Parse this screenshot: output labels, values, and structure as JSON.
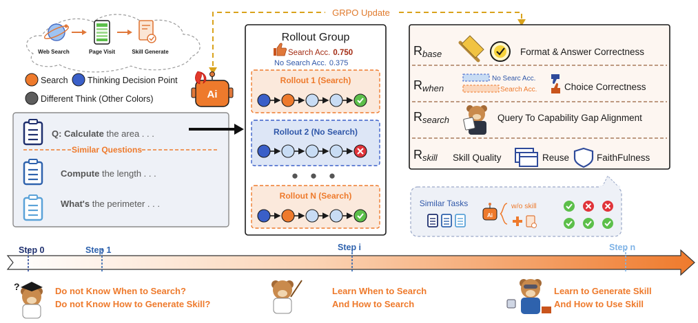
{
  "grpo": {
    "label": "GRPO Update"
  },
  "tools": {
    "web_search": "Web Search",
    "page_visit": "Page Visit",
    "skill_generate": "Skill Generate"
  },
  "legend": {
    "search": "Search",
    "thinking": "Thinking Decision Point",
    "different": "Different Think (Other Colors)"
  },
  "questions": {
    "q1_bold": "Q: Calculate",
    "q1_rest": " the area . . .",
    "similar": "Similar Questions",
    "q2_bold": "Compute",
    "q2_rest": " the length . . .",
    "q3_bold": "What's",
    "q3_rest": " the perimeter . . ."
  },
  "rollout": {
    "title": "Rollout Group",
    "search_acc_label": "Search Acc.",
    "search_acc_value": "0.750",
    "nosearch_acc_label": "No Search Acc.",
    "nosearch_acc_value": "0.375",
    "r1": "Rollout 1 (Search)",
    "r2": "Rollout 2 (No Search)",
    "rn": "Rollout N (Search)",
    "ellipsis": "● ● ●"
  },
  "rewards": {
    "base": {
      "sub": "base",
      "desc": "Format & Answer Correctness"
    },
    "when": {
      "sub": "when",
      "nosearch": "No Searc Acc.",
      "search": "Search Acc.",
      "desc": "Choice Correctness"
    },
    "search": {
      "sub": "search",
      "desc": "Query To Capability Gap Alignment"
    },
    "skill": {
      "sub": "skill",
      "quality": "Skill Quality",
      "reuse": "Reuse",
      "faith": "FaithFulness"
    },
    "R": "R"
  },
  "similar_tasks": {
    "label": "Similar Tasks",
    "wo_skill": "w/o skill",
    "marks_top": [
      "check",
      "cross",
      "cross"
    ],
    "marks_bottom": [
      "check",
      "check",
      "check"
    ]
  },
  "timeline": {
    "step0": "Step 0",
    "step1": "Step 1",
    "stepi": "Step i",
    "stepn": "Step n",
    "c1_line1": "Do not Know When to Search?",
    "c1_line2": "Do not Know How to Generate Skill?",
    "c2_line1": "Learn When to Search",
    "c2_line2": "And How to Search",
    "c3_line1": "Learn to Generate Skill",
    "c3_line2": "And How to Use Skill"
  },
  "icons": {
    "ai_label": "Ai"
  },
  "colors": {
    "orange": "#ee7a2c",
    "blue": "#3a5fc8",
    "light_blue": "#c8dcf4",
    "green": "#5cbf4a",
    "red": "#e0343a",
    "gold": "#d9a21b",
    "brown_dashed": "#a87a5a"
  }
}
